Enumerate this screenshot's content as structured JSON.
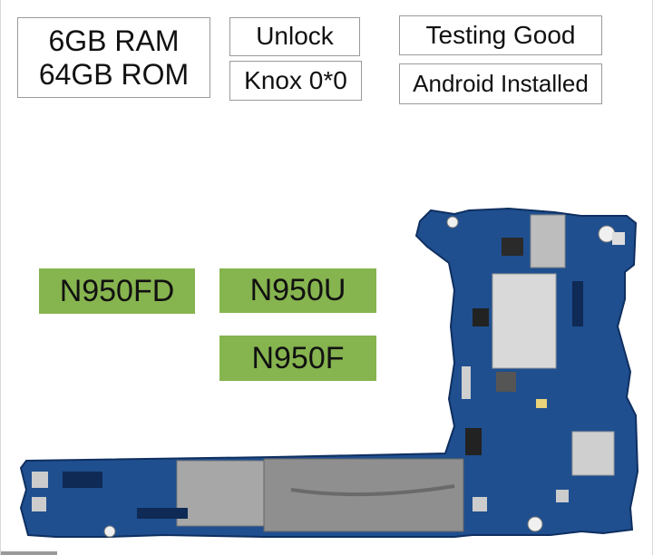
{
  "specs": {
    "ram": "6GB RAM",
    "rom": "64GB ROM",
    "unlock": "Unlock",
    "knox": "Knox 0*0",
    "testing": "Testing Good",
    "android": "Android Installed"
  },
  "models": [
    "N950FD",
    "N950U",
    "N950F"
  ],
  "colors": {
    "label_green": "#86b44f",
    "board_blue": "#1f4f8f",
    "shield_silver": "#c9c9c9"
  }
}
